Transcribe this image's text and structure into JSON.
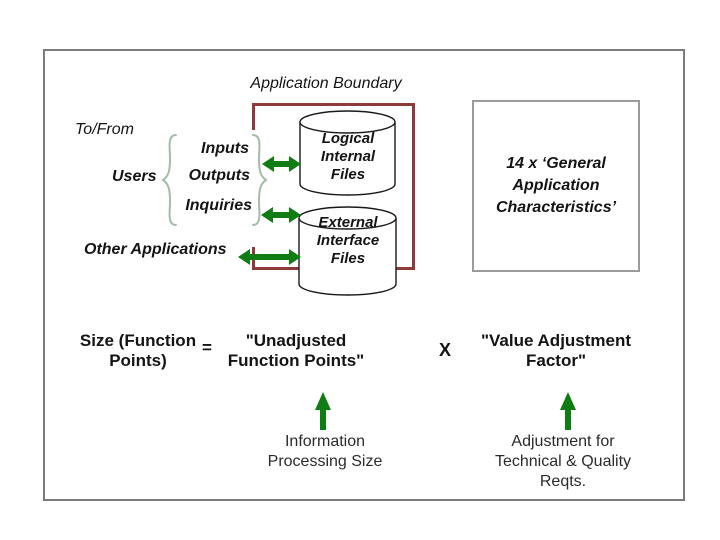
{
  "diagram": {
    "boundary_label": "Application Boundary",
    "to_from_label": "To/From",
    "users_label": "Users",
    "transactions": [
      "Inputs",
      "Outputs",
      "Inquiries"
    ],
    "other_apps_label": "Other Applications",
    "cylinders": [
      {
        "label": "Logical\nInternal\nFiles"
      },
      {
        "label": "External\nInterface\nFiles"
      }
    ],
    "gac_box_label": "14 x ‘General\nApplication\nCharacteristics’"
  },
  "formula": {
    "lhs": "Size (Function\nPoints)",
    "equals": "=",
    "unadjusted": "\"Unadjusted\nFunction Points\"",
    "times": "X",
    "vaf": "\"Value Adjustment\nFactor\""
  },
  "annotations": {
    "information_processing": "Information\nProcessing Size",
    "adjustment_reqts": "Adjustment for\nTechnical & Quality Reqts."
  },
  "icons": {
    "users_files_arrow": "double-headed-horizontal-arrow",
    "inquiries_files_arrow": "double-headed-horizontal-arrow",
    "other_apps_arrow": "double-headed-horizontal-arrow",
    "information_processing_arrow": "up-arrow",
    "adjustment_arrow": "up-arrow",
    "users_brace": "left-curly-brace",
    "transactions_brace": "right-curly-brace",
    "logical_internal_files_shape": "database-cylinder",
    "external_interface_files_shape": "database-cylinder"
  },
  "colors": {
    "boundary_red": "#8e3a38",
    "arrow_green": "#0f7d14",
    "brace_green": "#a3bcaa",
    "frame_gray": "#7b7b7b",
    "box_border_gray": "#9b9b9b",
    "text_black": "#141414",
    "annotation_gray": "#2b2b2b"
  }
}
